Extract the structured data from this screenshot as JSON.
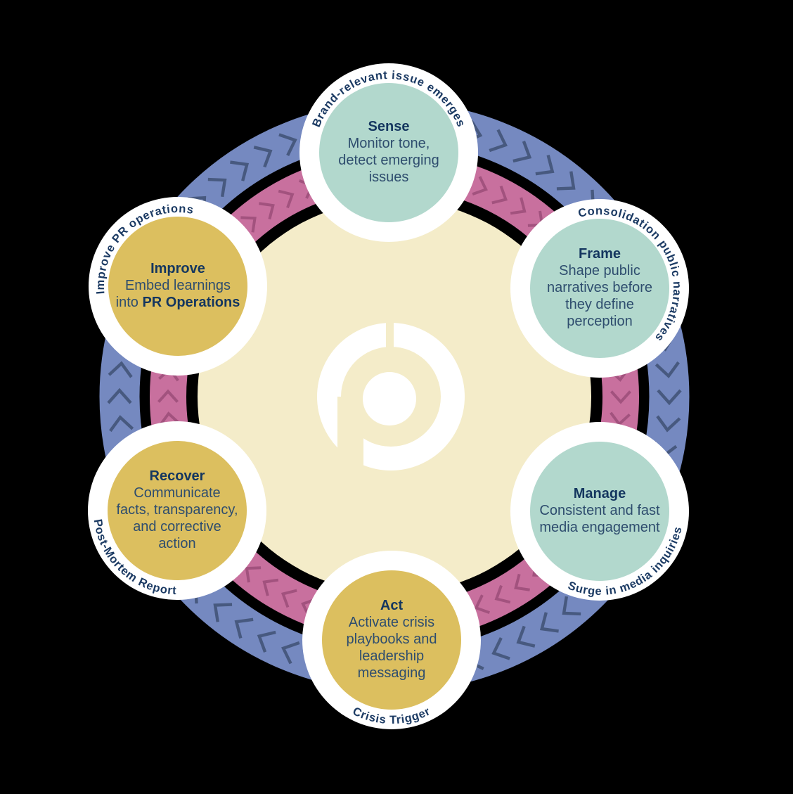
{
  "colors": {
    "background": "#000000",
    "disc": "#f4ecc9",
    "node_ring": "#ffffff",
    "outer_band": "#7589c0",
    "outer_band_chevron": "#47597f",
    "inner_band": "#c8709e",
    "inner_band_chevron": "#a2527e",
    "teal": "#b2d8cd",
    "gold": "#dcbf5f",
    "title": "#14365f",
    "body": "#2e4d6e",
    "label": "#1b3a63",
    "logo": "#ffffff"
  },
  "center_logo_icon": "prowly-p-icon",
  "nodes": [
    {
      "id": "sense",
      "color": "teal",
      "title": "Sense",
      "body": [
        "Monitor tone,",
        "detect emerging",
        "issues"
      ],
      "outer_label": "Brand-relevant issue emerges"
    },
    {
      "id": "frame",
      "color": "teal",
      "title": "Frame",
      "body": [
        "Shape public",
        "narratives before",
        "they define",
        "perception"
      ],
      "outer_label": "Consolidation public narratives"
    },
    {
      "id": "manage",
      "color": "teal",
      "title": "Manage",
      "body": [
        "Consistent and fast",
        "media engagement"
      ],
      "outer_label": "Surge in media inquiries"
    },
    {
      "id": "act",
      "color": "gold",
      "title": "Act",
      "body": [
        "Activate crisis",
        "playbooks and",
        "leadership",
        "messaging"
      ],
      "outer_label": "Crisis Trigger"
    },
    {
      "id": "recover",
      "color": "gold",
      "title": "Recover",
      "body": [
        "Communicate",
        "facts, transparency,",
        "and corrective",
        "action"
      ],
      "outer_label": "Post-Mortem Report"
    },
    {
      "id": "improve",
      "color": "gold",
      "title": "Improve",
      "body": [
        "Embed learnings",
        "into **PR Operations**"
      ],
      "outer_label": "Improve PR operations"
    }
  ]
}
